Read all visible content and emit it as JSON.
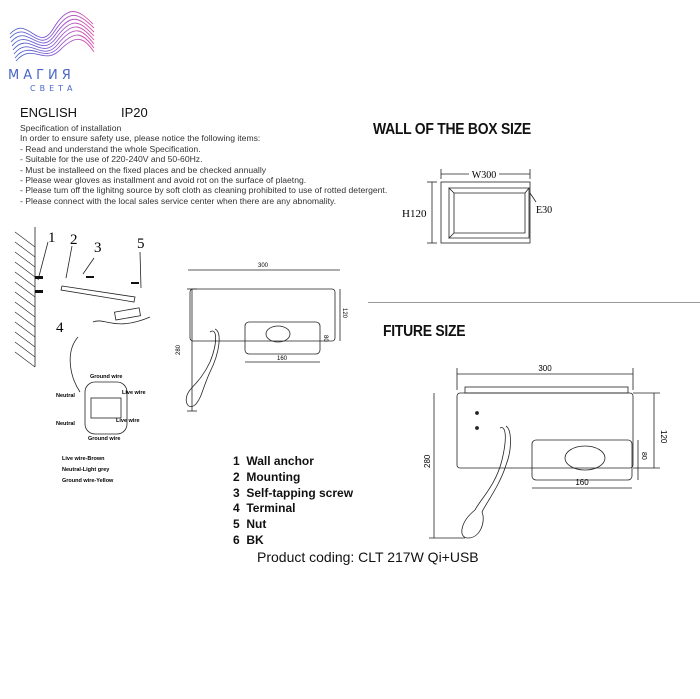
{
  "logo": {
    "line1": "МАГИЯ",
    "line2": "СВЕТА",
    "colors": [
      "#e052a8",
      "#8a5bd6",
      "#4a67c8"
    ]
  },
  "header": {
    "language": "ENGLISH",
    "ip_rating": "IP20"
  },
  "spec": {
    "title": "Specification of installation",
    "intro": "In order to ensure safety use, please notice the following items:",
    "items": [
      "- Read and understand the whole Specification.",
      "- Suitable for the use of 220-240V and 50-60Hz.",
      "- Must be installeed on the fixed places and be checked annually",
      "- Please wear gloves as installment and avoid rot on the surface of plaetng.",
      "- Please tum off the lighitng source by soft cloth as cleaning prohibited to use of rotted detergent.",
      "- Please connect with the local sales service center when there are any abnomality."
    ]
  },
  "wall_box": {
    "title": "WALL OF THE BOX SIZE",
    "width": "W300",
    "height": "H120",
    "depth": "E30"
  },
  "fixture": {
    "title": "FITURE SIZE",
    "width": "300",
    "height": "120",
    "total_height": "280",
    "base_width": "160",
    "base_height": "80"
  },
  "install_diagram": {
    "numbers": [
      "1",
      "2",
      "3",
      "4",
      "5"
    ],
    "width": "300",
    "height": "120",
    "total_height": "280",
    "base_width": "160",
    "base_height": "80",
    "wiring": {
      "ground_top": "Ground wire",
      "neutral_top": "Neutral",
      "live_top": "Live wire",
      "neutral_bottom": "Neutral",
      "live_bottom": "Live wire",
      "ground_bottom": "Ground wire"
    },
    "colors": [
      "Live wire-Brown",
      "Neutral-Light grey",
      "Ground wire-Yellow"
    ]
  },
  "parts": [
    "1  Wall anchor",
    "2  Mounting",
    "3  Self-tapping screw",
    "4  Terminal",
    "5  Nut",
    "6  BK"
  ],
  "product_coding": "Product coding: CLT 217W Qi+USB"
}
